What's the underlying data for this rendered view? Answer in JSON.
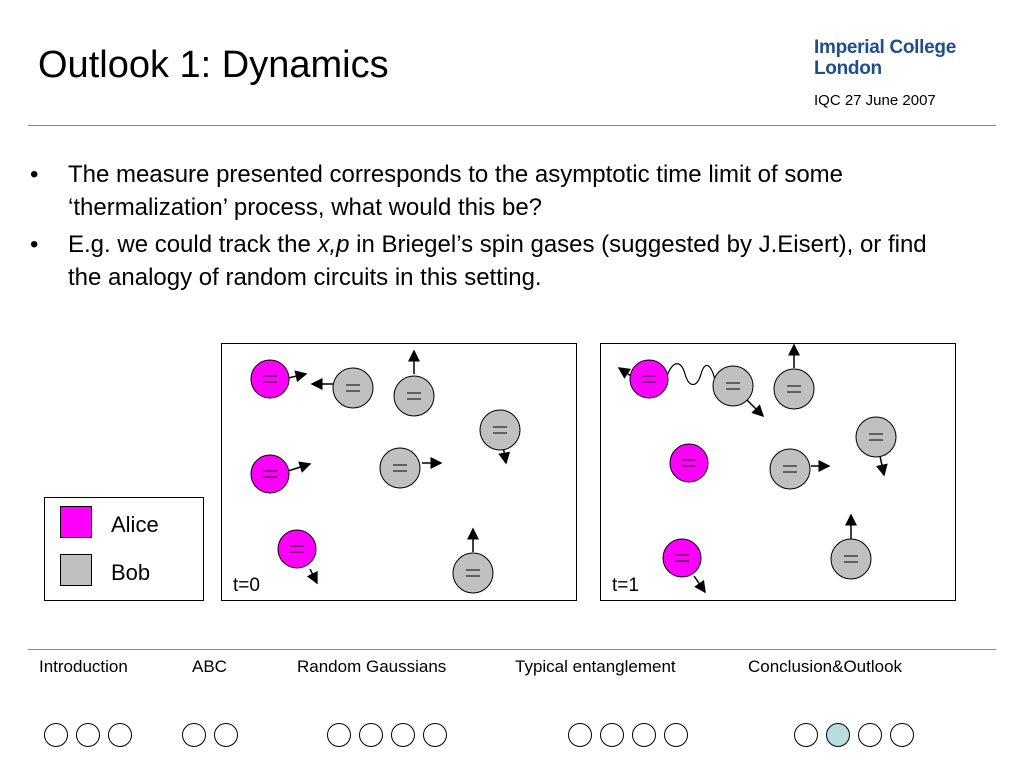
{
  "slide": {
    "title": "Outlook 1: Dynamics",
    "logo": {
      "line1": "Imperial College",
      "line2": "London"
    },
    "event": "IQC 27 June 2007"
  },
  "bullets": [
    {
      "marker": "•",
      "text_before": "The measure presented corresponds to the asymptotic time limit of some ‘thermalization’ process, what would this be?",
      "italic": "",
      "text_after": ""
    },
    {
      "marker": "•",
      "text_before": "E.g. we could track the ",
      "italic": "x,p",
      "text_after": " in Briegel’s spin gases (suggested by J.Eisert), or find the analogy of random circuits in this setting."
    }
  ],
  "legend": [
    {
      "label": "Alice",
      "color": "#ff00ff"
    },
    {
      "label": "Bob",
      "color": "#c0c0c0"
    }
  ],
  "panels": [
    {
      "label": "t=0"
    },
    {
      "label": "t=1"
    }
  ],
  "colors": {
    "alice": "#ff00ff",
    "bob": "#c0c0c0",
    "nav_active": "#b8dde0",
    "rule": "#888888",
    "logo": "#1f4e8c"
  },
  "nav": {
    "sections": [
      "Introduction",
      "ABC",
      "Random Gaussians",
      "Typical entanglement",
      "Conclusion&Outlook"
    ],
    "dot_groups": [
      {
        "count": 3,
        "active": -1
      },
      {
        "count": 2,
        "active": -1
      },
      {
        "count": 4,
        "active": -1
      },
      {
        "count": 4,
        "active": -1
      },
      {
        "count": 4,
        "active": 1
      }
    ]
  }
}
